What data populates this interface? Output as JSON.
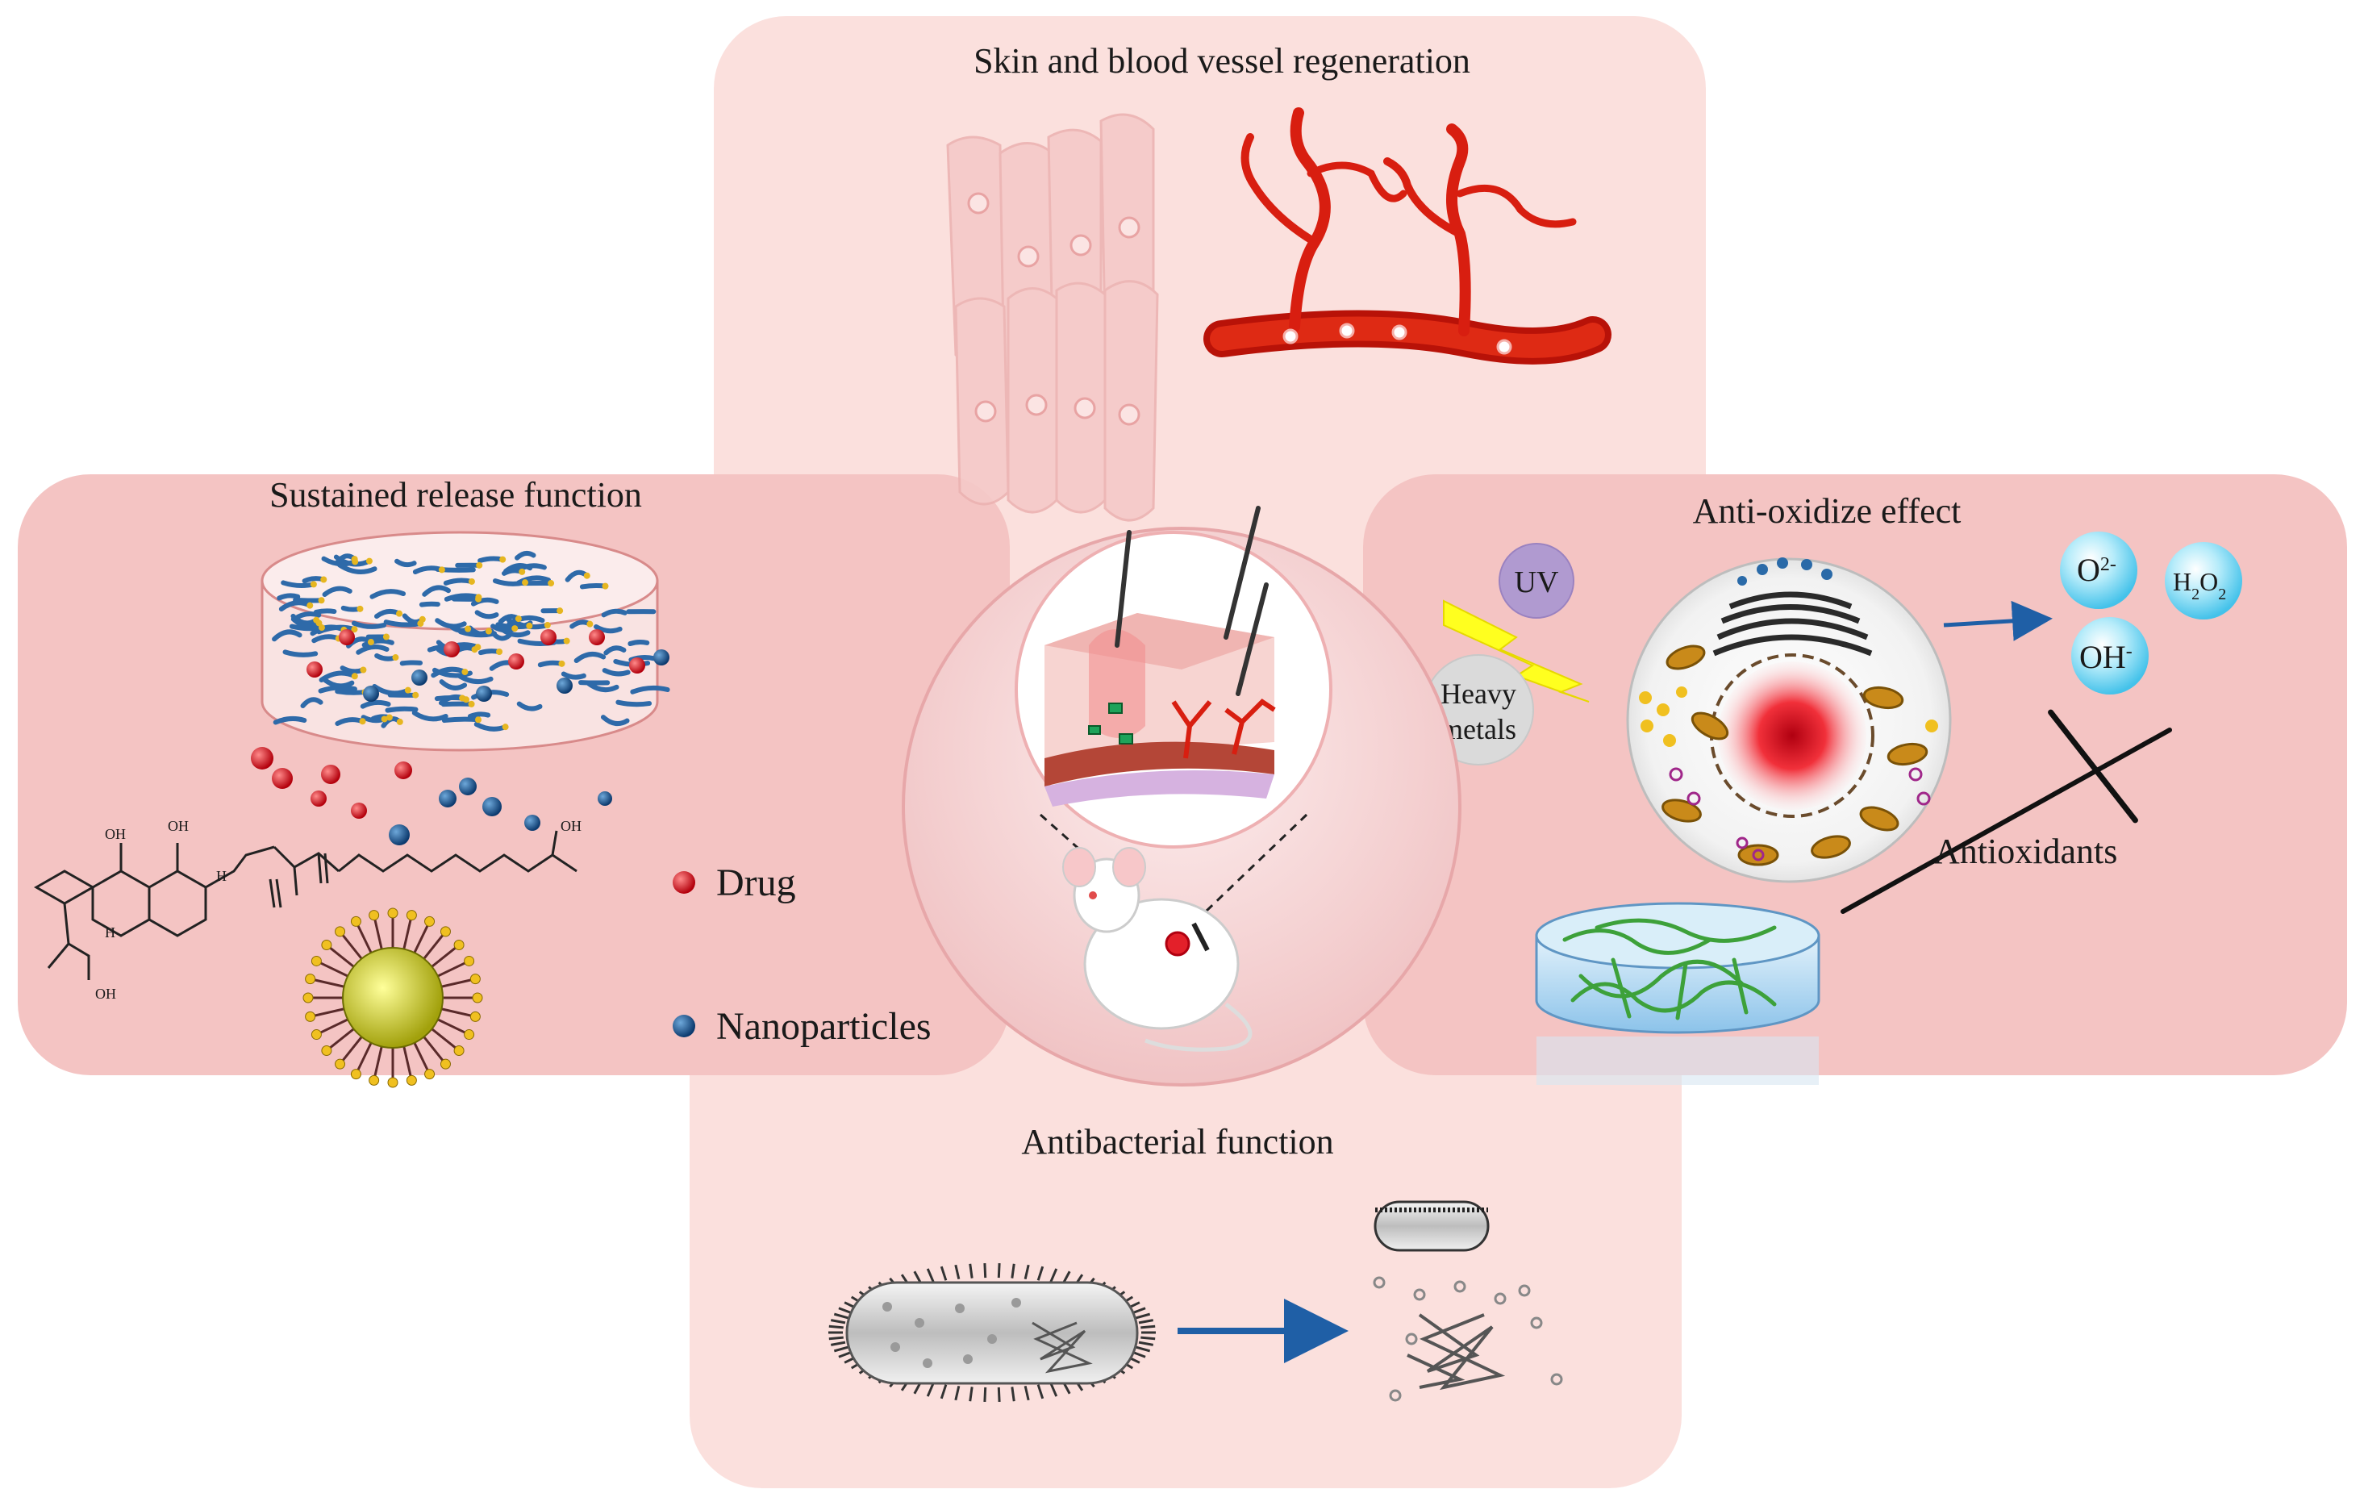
{
  "panels": {
    "top": {
      "title": "Skin and blood vessel regeneration"
    },
    "left": {
      "title": "Sustained release function",
      "legend_drug": "Drug",
      "legend_nanoparticles": "Nanoparticles"
    },
    "right": {
      "title": "Anti-oxidize effect",
      "uv": "UV",
      "heavy_line1": "Heavy",
      "heavy_line2": "metals",
      "antioxidants": "Antioxidants"
    },
    "bottom": {
      "title": "Antibacterial function"
    }
  },
  "chemistry": {
    "oh": "OH",
    "h": "H",
    "superoxide_base": "O",
    "superoxide_sup": "2-",
    "peroxide_h": "H",
    "peroxide_sub": "2",
    "peroxide_o": "O",
    "hydroxyl_base": "OH",
    "hydroxyl_sup": "-"
  },
  "colors": {
    "panel_pink": "#f4c6c5",
    "panel_pink_light": "#fbe0dd",
    "vessel_red": "#d81e10",
    "drug_red": "#e3202a",
    "nano_blue": "#1d5c9c",
    "arrow_blue": "#1f5fa6",
    "ros_cyan": "#66cfee",
    "uv_purple": "#b09ad0"
  }
}
